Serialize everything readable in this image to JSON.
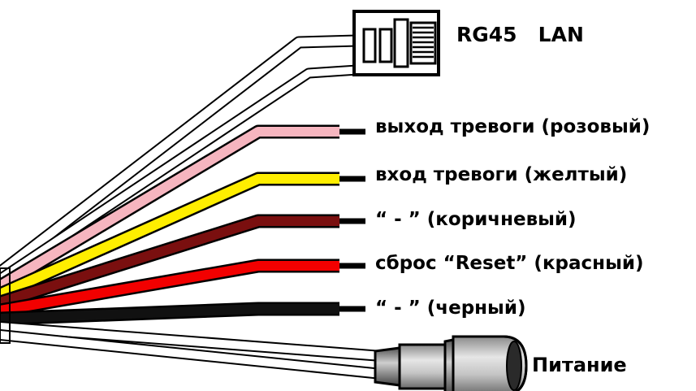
{
  "labels": {
    "lan": "RG45   LAN",
    "alarm_out": "выход тревоги (розовый)",
    "alarm_in": "вход тревоги (желтый)",
    "ground_brown": "“ - ” (коричневый)",
    "reset": "сброс “Reset” (красный)",
    "ground_black": "“ - ” (черный)",
    "power": "Питание"
  },
  "colors": {
    "outline": "#000000",
    "white_wire": "#ffffff",
    "pink": "#f6b5bf",
    "yellow": "#ffee00",
    "brown": "#7a0f0f",
    "red": "#f20000",
    "black": "#000000",
    "connector_gray": "#bdbdbd"
  },
  "icons": {
    "lan": "rj45-plug-icon",
    "power": "dc-barrel-jack-icon"
  }
}
